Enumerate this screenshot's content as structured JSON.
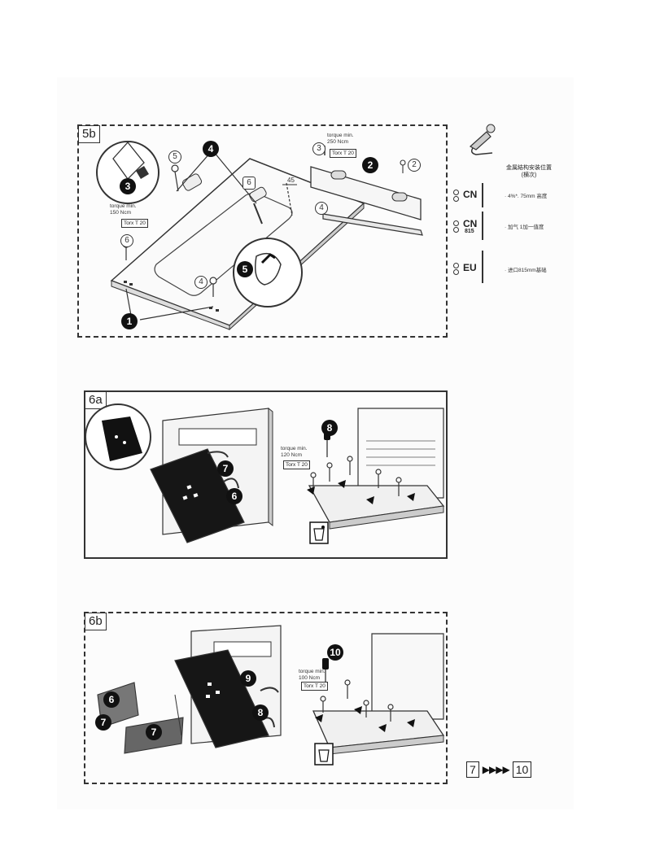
{
  "panel_5b": {
    "step": "5b",
    "torque_top": "torque min.\n250 Ncm",
    "torx_top": "Torx T 20",
    "torque_left": "torque min.\n150 Ncm",
    "torx_left": "Torx T 20",
    "dimension": "45",
    "callouts": [
      "1",
      "2",
      "3",
      "4",
      "5",
      "5",
      "6",
      "6",
      "2",
      "4",
      "4",
      "3"
    ]
  },
  "legend": {
    "title": "金属結构安装位置\n(横次)",
    "rows": [
      {
        "code": "CN",
        "sub": "",
        "desc": "· 4%*. 75mm 高度"
      },
      {
        "code": "CN",
        "sub": "815",
        "desc": "· 加气 1加一值度"
      },
      {
        "code": "EU",
        "sub": "",
        "desc": "· 进口815mm基础"
      }
    ]
  },
  "panel_6a": {
    "step": "6a",
    "torque": "torque min.\n120 Ncm",
    "torx": "Torx T 20",
    "callouts": [
      "7",
      "6",
      "8"
    ]
  },
  "panel_6b": {
    "step": "6b",
    "torque": "torque min.\n100 Ncm",
    "torx": "Torx T 20",
    "callouts": [
      "6",
      "7",
      "7",
      "9",
      "8",
      "10"
    ]
  },
  "navigation": {
    "from_step": "7",
    "arrows": "▶▶▶▶",
    "to_step": "10"
  },
  "colors": {
    "line": "#333333",
    "fill_dark": "#111111",
    "panel_bg": "#ffffff"
  }
}
